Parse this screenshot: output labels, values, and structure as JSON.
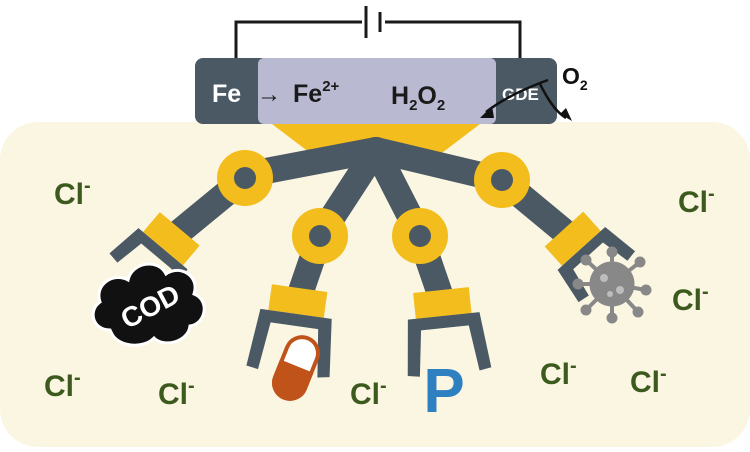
{
  "electrode": {
    "anode_label": "Fe",
    "arrow": "→",
    "ion_base": "Fe",
    "ion_charge": "2+",
    "peroxide_h": "H",
    "peroxide_sub1": "2",
    "peroxide_o": "O",
    "peroxide_sub2": "2",
    "cathode_label": "GDE",
    "oxygen_base": "O",
    "oxygen_sub": "2"
  },
  "payloads": {
    "cod_label": "COD",
    "phosphorus_label": "P"
  },
  "chloride": {
    "base": "Cl",
    "sup": "-"
  },
  "colors": {
    "solution_bg": "#fbf6e2",
    "electrode_dark": "#4a5964",
    "electrode_light": "#b9b9d2",
    "robot_yellow": "#f2bd1d",
    "robot_gray": "#4a5964",
    "chloride_green": "#3c5a1e",
    "pill_orange": "#c0531a",
    "phosphorus_blue": "#2f80c0",
    "virus_gray": "#888888"
  },
  "icons": [
    "battery-icon",
    "robotic-arm-icon",
    "cod-cloud-icon",
    "pill-icon",
    "virus-icon"
  ]
}
